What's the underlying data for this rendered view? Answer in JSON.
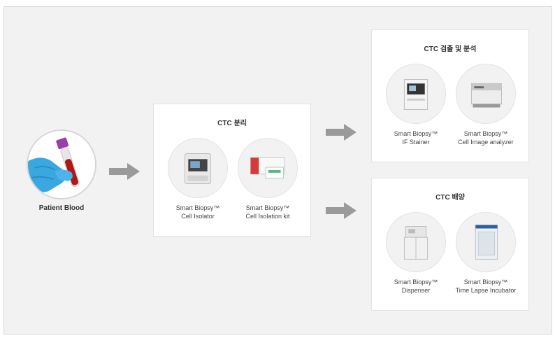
{
  "patient": {
    "label": "Patient Blood"
  },
  "separation": {
    "title": "CTC 분리",
    "items": [
      {
        "line1": "Smart Biopsy™",
        "line2": "Cell Isolator"
      },
      {
        "line1": "Smart Biopsy™",
        "line2": "Cell Isolation kit"
      }
    ]
  },
  "detection": {
    "title": "CTC 검출 및 분석",
    "items": [
      {
        "line1": "Smart Biopsy™",
        "line2": "IF Stainer"
      },
      {
        "line1": "Smart Biopsy™",
        "line2": "Cell Image analyzer"
      }
    ]
  },
  "culture": {
    "title": "CTC 배양",
    "items": [
      {
        "line1": "Smart Biopsy™",
        "line2": "Dispenser"
      },
      {
        "line1": "Smart Biopsy™",
        "line2": "Time Lapse Incubator"
      }
    ]
  },
  "colors": {
    "arrow": "#9a9a9a",
    "circle_bg": "#f2f2f2",
    "frame_bg": "#f2f2f2"
  }
}
